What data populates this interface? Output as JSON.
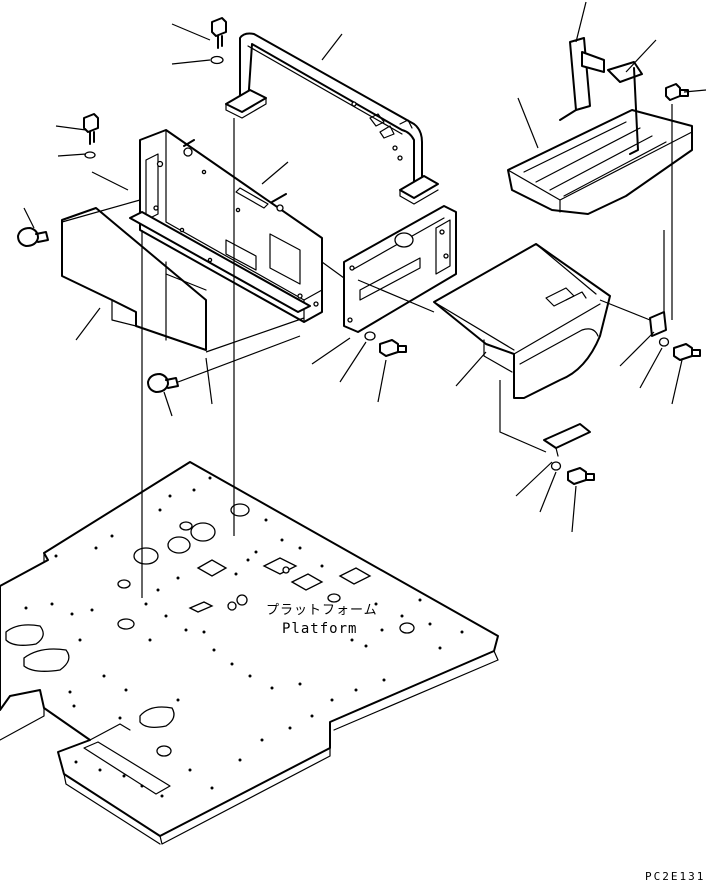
{
  "labels": {
    "platform_jp": "プラットフォーム",
    "platform_en": "Platform",
    "drawing_code": "PC2E131"
  }
}
